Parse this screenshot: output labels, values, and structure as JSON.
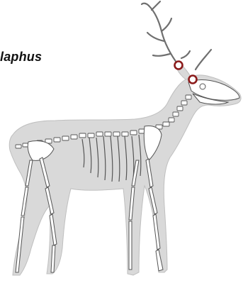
{
  "diagram": {
    "species_label": "laphus",
    "colors": {
      "silhouette_fill": "#d9d9d9",
      "silhouette_stroke": "#bfbfbf",
      "bone_fill": "#ffffff",
      "bone_stroke": "#555555",
      "antler_stroke": "#6f6f6f",
      "marker": "#8b1a1a"
    },
    "markers": [
      {
        "name": "antler-base-marker"
      },
      {
        "name": "skull-marker"
      }
    ]
  }
}
